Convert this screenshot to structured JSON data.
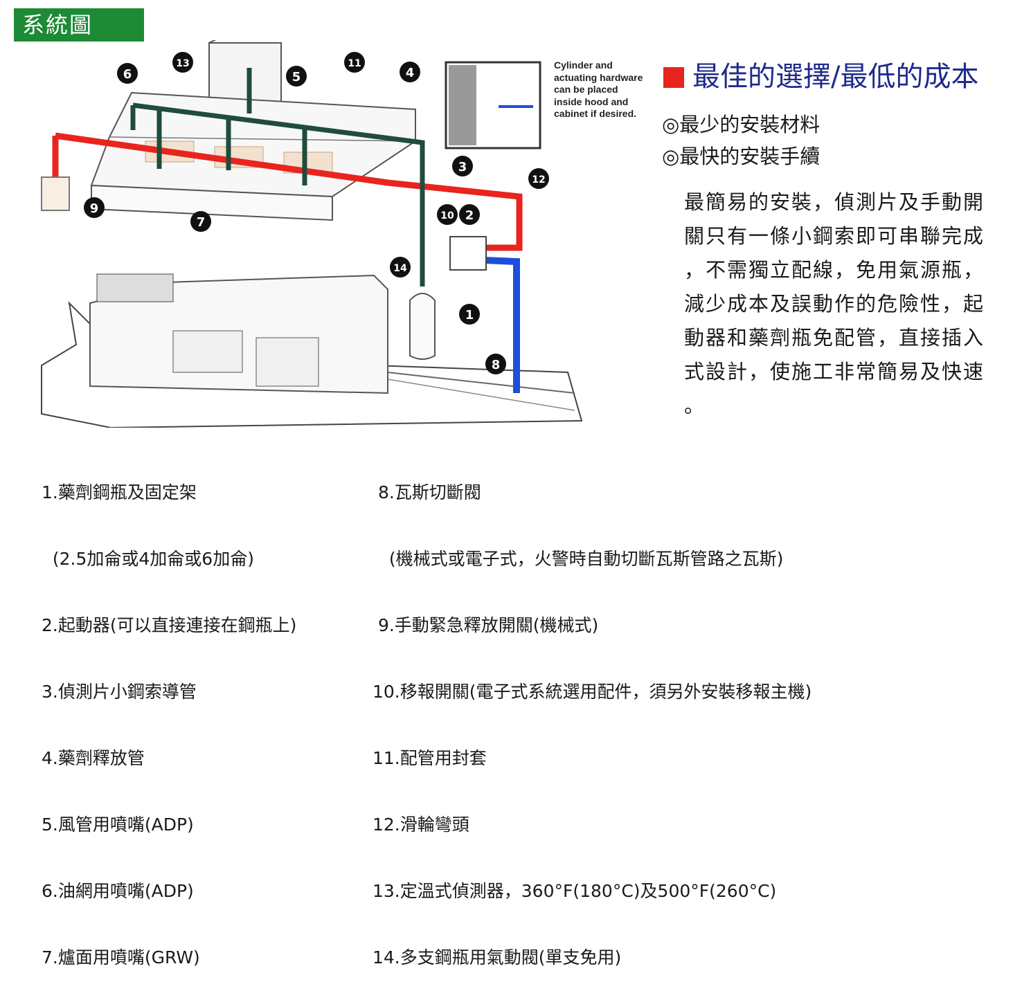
{
  "header": {
    "title": "系統圖"
  },
  "diagram": {
    "note": "Cylinder and actuating hardware can be placed inside hood and cabinet if desired.",
    "markers": [
      "1",
      "2",
      "3",
      "4",
      "5",
      "6",
      "7",
      "8",
      "9",
      "10",
      "11",
      "12",
      "13",
      "14"
    ],
    "colors": {
      "detection_line": "#e8241e",
      "agent_pipe": "#1f4d3a",
      "gas_line": "#1d4fd8"
    }
  },
  "headline": "最佳的選擇/最低的成本",
  "benefits": [
    "◎最少的安裝材料",
    "◎最快的安裝手續"
  ],
  "paragraph": "最簡易的安裝，偵測片及手動開\n關只有一條小鋼索即可串聯完成\n，不需獨立配線，免用氣源瓶，\n減少成本及誤動作的危險性，起\n動器和藥劑瓶免配管，直接插入\n式設計，使施工非常簡易及快速\n。",
  "legend_left": [
    "1.藥劑鋼瓶及固定架",
    "  (2.5加侖或4加侖或6加侖)",
    "2.起動器(可以直接連接在鋼瓶上)",
    "3.偵測片小鋼索導管",
    "4.藥劑釋放管",
    "5.風管用噴嘴(ADP)",
    "6.油網用噴嘴(ADP)",
    "7.爐面用噴嘴(GRW)"
  ],
  "legend_right": [
    " 8.瓦斯切斷閥",
    "   (機械式或電子式，火警時自動切斷瓦斯管路之瓦斯)",
    " 9.手動緊急釋放開關(機械式)",
    "10.移報開關(電子式系統選用配件，須另外安裝移報主機)",
    "11.配管用封套",
    "12.滑輪彎頭",
    "13.定溫式偵測器，360°F(180°C)及500°F(260°C)",
    "14.多支鋼瓶用氣動閥(單支免用)"
  ]
}
